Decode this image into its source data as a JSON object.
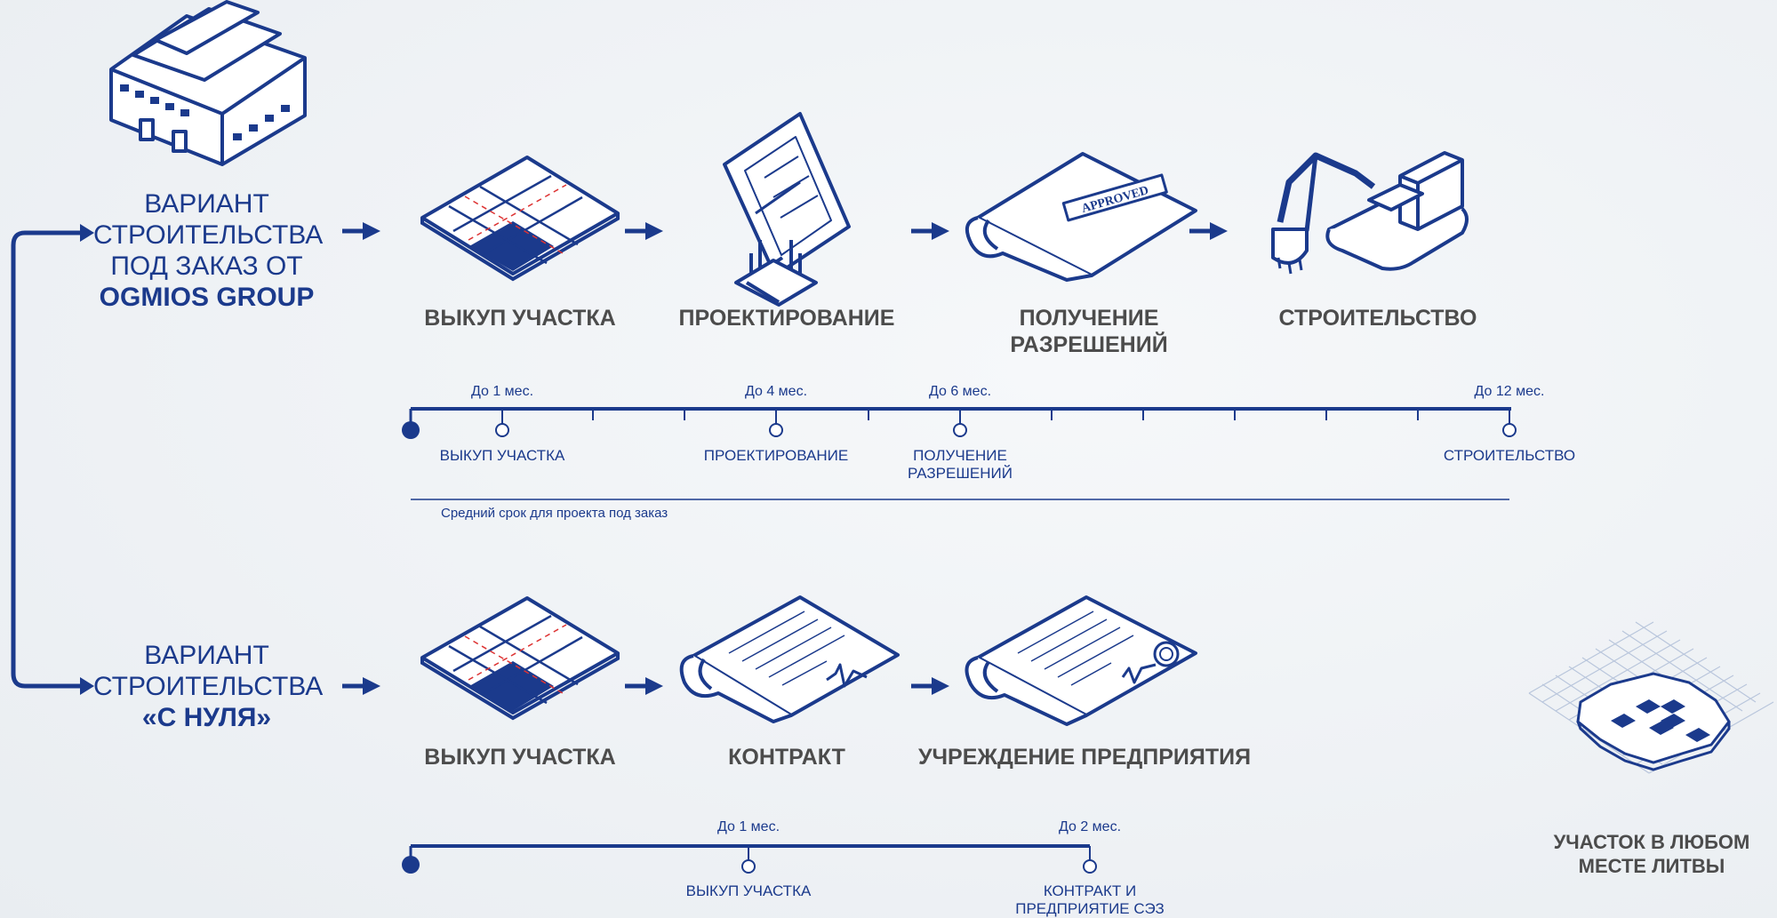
{
  "variant1": {
    "title_lines": [
      "ВАРИАНТ",
      "СТРОИТЕЛЬСТВА",
      "ПОД ЗАКАЗ ОТ"
    ],
    "title_strong": "OGMIOS GROUP",
    "steps": [
      {
        "label": "ВЫКУП УЧАСТКА",
        "icon": "land-plot-icon"
      },
      {
        "label": "ПРОЕКТИРОВАНИЕ",
        "icon": "drafting-table-icon"
      },
      {
        "label": "ПОЛУЧЕНИЕ РАЗРЕШЕНИЙ",
        "icon": "approved-document-icon"
      },
      {
        "label": "СТРОИТЕЛЬСТВО",
        "icon": "excavator-icon"
      }
    ],
    "approved_stamp": "APPROVED",
    "timeline": {
      "milestones": [
        {
          "top": "До 1 мес.",
          "bottom": "ВЫКУП УЧАСТКА"
        },
        {
          "top": "До 4 мес.",
          "bottom": "ПРОЕКТИРОВАНИЕ"
        },
        {
          "top": "До 6 мес.",
          "bottom": "ПОЛУЧЕНИЕ РАЗРЕШЕНИЙ"
        },
        {
          "top": "До 12 мес.",
          "bottom": "СТРОИТЕЛЬСТВО"
        }
      ],
      "note": "Средний срок для проекта под заказ"
    }
  },
  "variant2": {
    "title_lines": [
      "ВАРИАНТ",
      "СТРОИТЕЛЬСТВА"
    ],
    "title_strong": "«С НУЛЯ»",
    "steps": [
      {
        "label": "ВЫКУП УЧАСТКА",
        "icon": "land-plot-icon"
      },
      {
        "label": "КОНТРАКТ",
        "icon": "signed-contract-icon"
      },
      {
        "label": "УЧРЕЖДЕНИЕ ПРЕДПРИЯТИЯ",
        "icon": "sealed-document-icon"
      }
    ],
    "timeline": {
      "milestones": [
        {
          "top": "До 1 мес.",
          "bottom": "ВЫКУП УЧАСТКА"
        },
        {
          "top": "До 2 мес.",
          "bottom": "КОНТРАКТ И ПРЕДПРИЯТИЕ СЭЗ"
        }
      ]
    }
  },
  "lithuania": {
    "label": "УЧАСТОК В ЛЮБОМ МЕСТЕ ЛИТВЫ",
    "icon": "lithuania-map-icon"
  },
  "colors": {
    "primary": "#1b3a8c",
    "label": "#4c4c4c",
    "background": "#eef1f4"
  }
}
